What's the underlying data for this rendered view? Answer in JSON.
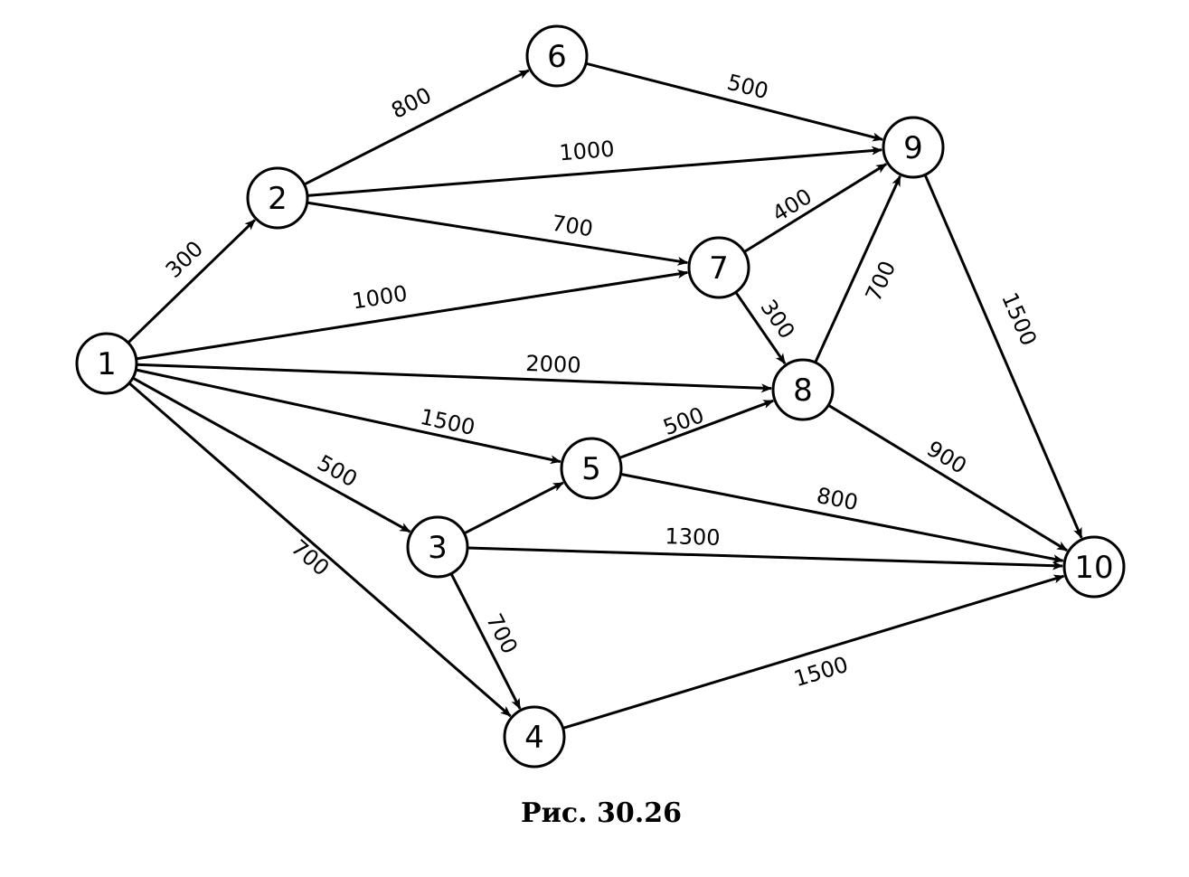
{
  "nodes": [
    {
      "id": "1",
      "label": "1"
    },
    {
      "id": "2",
      "label": "2"
    },
    {
      "id": "3",
      "label": "3"
    },
    {
      "id": "4",
      "label": "4"
    },
    {
      "id": "5",
      "label": "5"
    },
    {
      "id": "6",
      "label": "6"
    },
    {
      "id": "7",
      "label": "7"
    },
    {
      "id": "8",
      "label": "8"
    },
    {
      "id": "9",
      "label": "9"
    },
    {
      "id": "10",
      "label": "10"
    }
  ],
  "edges": [
    {
      "from": "1",
      "to": "2",
      "label": "300"
    },
    {
      "from": "1",
      "to": "7",
      "label": "1000"
    },
    {
      "from": "1",
      "to": "8",
      "label": "2000"
    },
    {
      "from": "1",
      "to": "5",
      "label": "1500"
    },
    {
      "from": "1",
      "to": "3",
      "label": "500"
    },
    {
      "from": "1",
      "to": "4",
      "label": "700"
    },
    {
      "from": "2",
      "to": "6",
      "label": "800"
    },
    {
      "from": "2",
      "to": "9",
      "label": "1000"
    },
    {
      "from": "2",
      "to": "7",
      "label": "700"
    },
    {
      "from": "6",
      "to": "9",
      "label": "500"
    },
    {
      "from": "7",
      "to": "9",
      "label": "400"
    },
    {
      "from": "7",
      "to": "8",
      "label": "300"
    },
    {
      "from": "8",
      "to": "9",
      "label": "700"
    },
    {
      "from": "9",
      "to": "10",
      "label": "1500"
    },
    {
      "from": "8",
      "to": "10",
      "label": "900"
    },
    {
      "from": "5",
      "to": "8",
      "label": "500"
    },
    {
      "from": "5",
      "to": "10",
      "label": "800"
    },
    {
      "from": "3",
      "to": "5",
      "label": ""
    },
    {
      "from": "3",
      "to": "10",
      "label": "1300"
    },
    {
      "from": "3",
      "to": "4",
      "label": "700"
    },
    {
      "from": "4",
      "to": "10",
      "label": "1500"
    }
  ],
  "caption": "Рис. 30.26"
}
